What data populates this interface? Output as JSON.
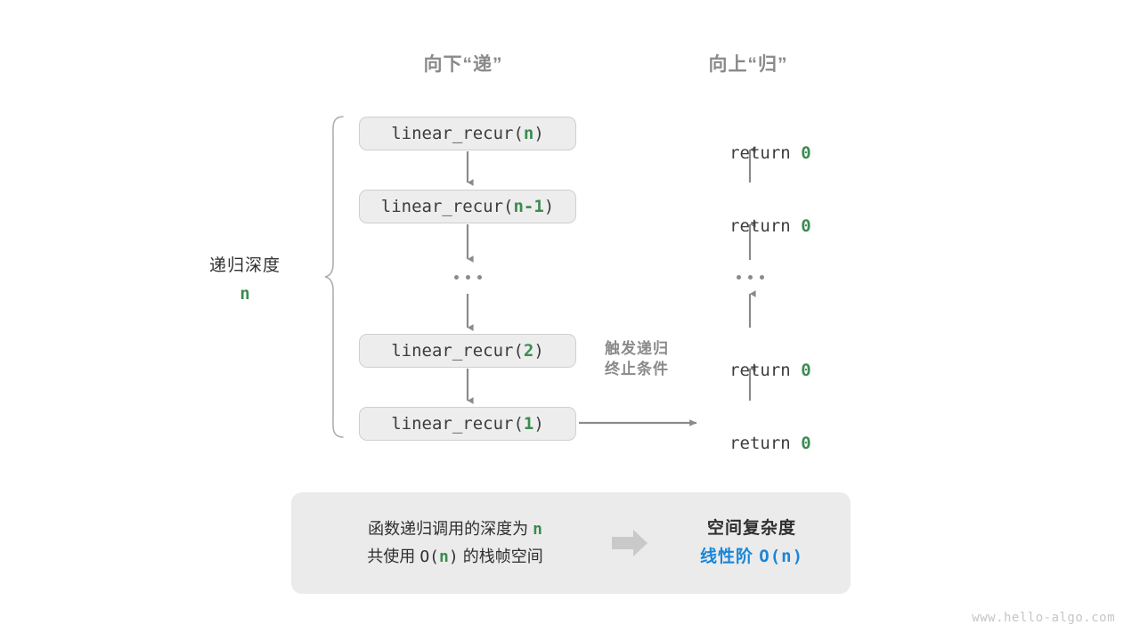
{
  "headers": {
    "down": "向下“递”",
    "up": "向上“归”"
  },
  "depth_label": {
    "title": "递归深度",
    "value": "n"
  },
  "calls": [
    {
      "name": "linear_recur(",
      "arg": "n",
      "close": ")"
    },
    {
      "name": "linear_recur(",
      "arg": "n-1",
      "close": ")"
    },
    {
      "name": "linear_recur(",
      "arg": "2",
      "close": ")"
    },
    {
      "name": "linear_recur(",
      "arg": "1",
      "close": ")"
    }
  ],
  "returns": [
    {
      "keyword": "return ",
      "value": "0"
    },
    {
      "keyword": "return ",
      "value": "0"
    },
    {
      "keyword": "return ",
      "value": "0"
    },
    {
      "keyword": "return ",
      "value": "0"
    }
  ],
  "ellipsis": "...",
  "trigger_note": {
    "line1": "触发递归",
    "line2": "终止条件"
  },
  "summary": {
    "left_line1_a": "函数递归调用的深度为 ",
    "left_line1_b": "n",
    "left_line2_a": "共使用 ",
    "left_line2_b": "O(",
    "left_line2_c": "n",
    "left_line2_d": ")",
    "left_line2_e": " 的栈帧空间",
    "arrow_icon": "right-arrow-icon",
    "right_title": "空间复杂度",
    "right_value_a": "线性阶 ",
    "right_value_b": "O(n)"
  },
  "watermark": "www.hello-algo.com",
  "colors": {
    "accent_green": "#3c8b50",
    "accent_blue": "#1a86d8",
    "gray_text": "#8a8a8a",
    "box_fill": "#ededed",
    "panel_fill": "#ebebeb",
    "arrow_gray": "#8a8a8a"
  }
}
